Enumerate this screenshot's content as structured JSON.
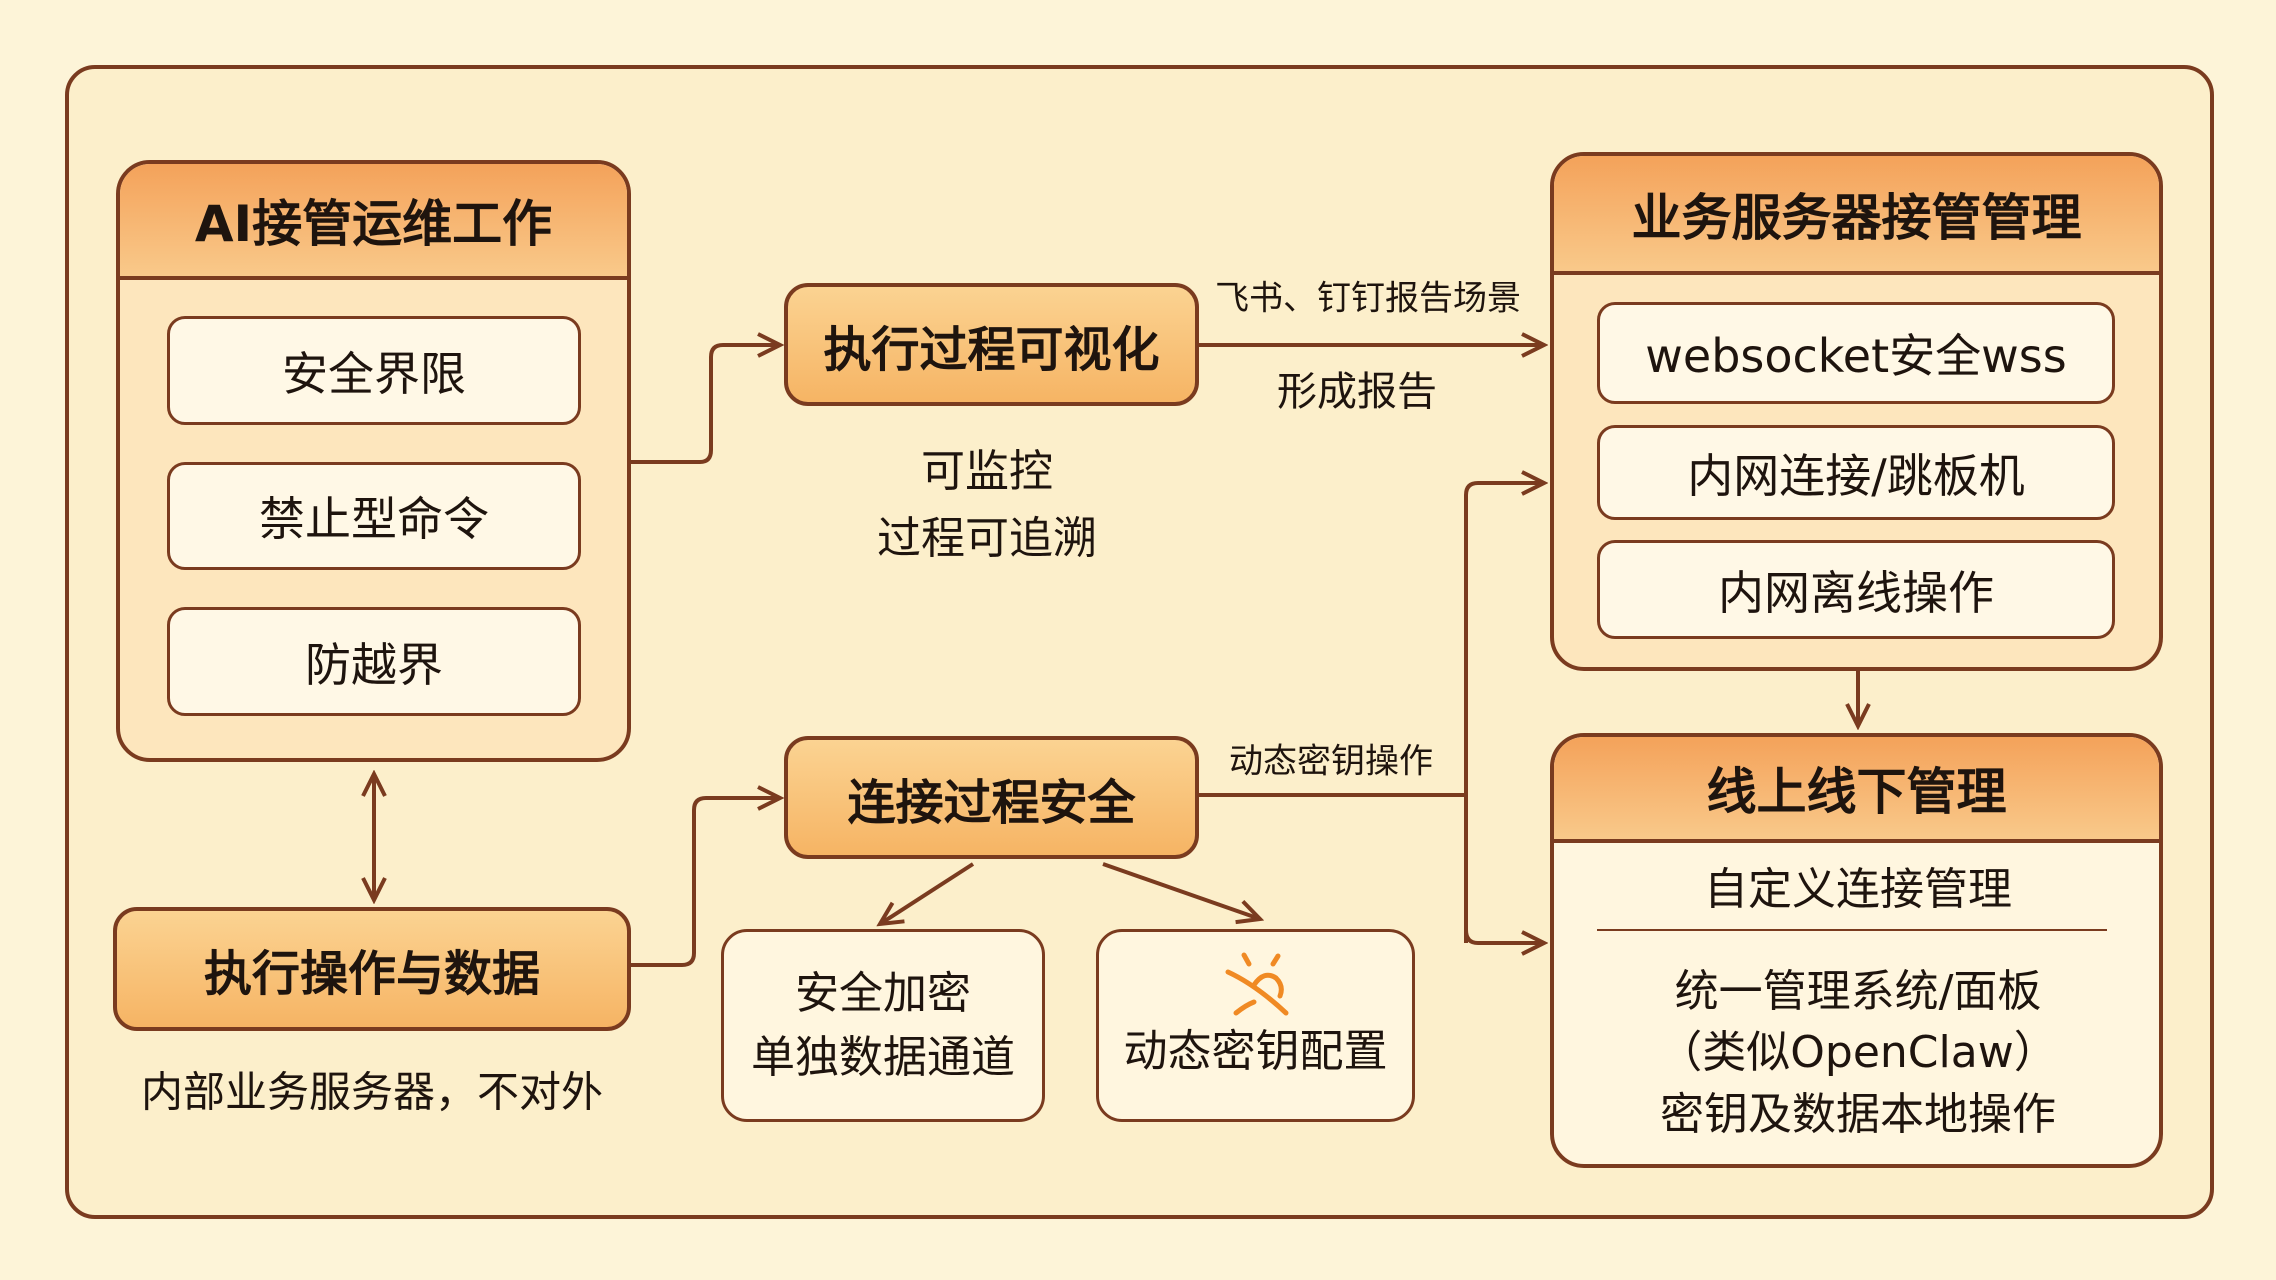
{
  "left_panel": {
    "title": "AI接管运维工作",
    "items": [
      "安全界限",
      "禁止型命令",
      "防越界"
    ]
  },
  "exec_ops": {
    "title": "执行操作与数据",
    "caption": "内部业务服务器，不对外"
  },
  "visual": {
    "title": "执行过程可视化",
    "notes": [
      "可监控",
      "过程可追溯"
    ],
    "arrow_top": "飞书、钉钉报告场景",
    "arrow_bottom": "形成报告"
  },
  "secure": {
    "title": "连接过程安全",
    "arrow_label": "动态密钥操作"
  },
  "encrypt_box": {
    "lines": [
      "安全加密",
      "单独数据通道"
    ]
  },
  "key_box": {
    "label": "动态密钥配置",
    "icon": "crossed-sun-icon"
  },
  "server_panel": {
    "title": "业务服务器接管管理",
    "items": [
      "websocket安全wss",
      "内网连接/跳板机",
      "内网离线操作"
    ]
  },
  "online_panel": {
    "title": "线上线下管理",
    "top": "自定义连接管理",
    "lines": [
      "统一管理系统/面板",
      "（类似OpenClaw）",
      "密钥及数据本地操作"
    ]
  },
  "colors": {
    "border": "#7a3b1f",
    "header": "#f4a25a",
    "background": "#fdf4d8",
    "icon": "#f08a24"
  }
}
